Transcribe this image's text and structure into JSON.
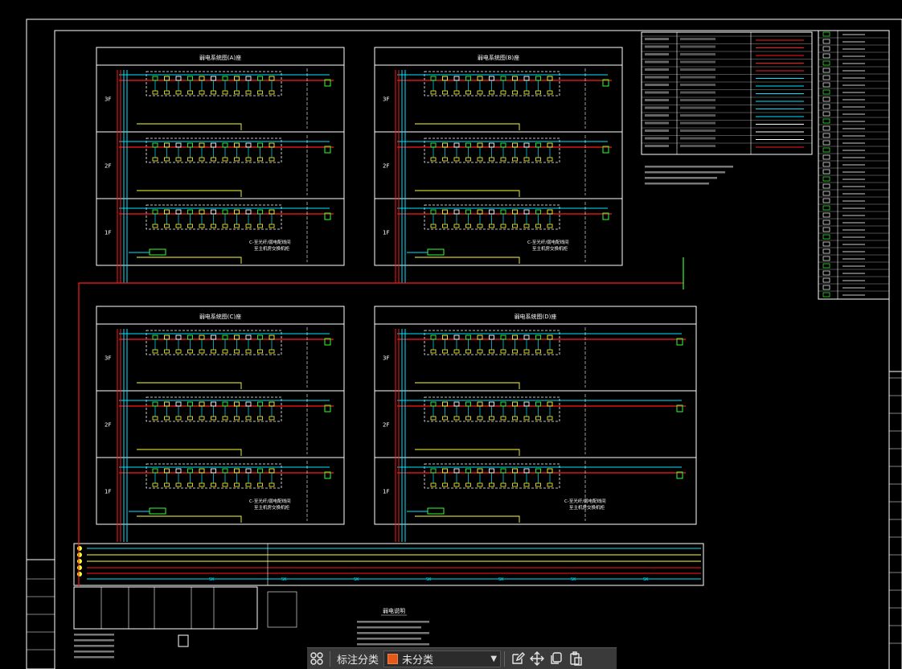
{
  "drawing": {
    "panels": [
      {
        "title": "弱电系统图(A)座",
        "floors": [
          "3F",
          "2F",
          "1F"
        ],
        "note_lines": [
          "C-至光纤/弱电配线间",
          "至主机房交换机柜"
        ]
      },
      {
        "title": "弱电系统图(B)座",
        "floors": [
          "3F",
          "2F",
          "1F"
        ],
        "note_lines": [
          "C-至光纤/弱电配线间",
          "至主机房交换机柜"
        ]
      },
      {
        "title": "弱电系统图(C)座",
        "floors": [
          "3F",
          "2F",
          "1F"
        ],
        "note_lines": [
          "C-至光纤/弱电配线间",
          "至主机房交换机柜"
        ]
      },
      {
        "title": "弱电系统图(D)座",
        "floors": [
          "3F",
          "2F",
          "1F"
        ],
        "note_lines": [
          "C-至光纤/弱电配线间",
          "至主机房交换机柜"
        ]
      }
    ],
    "notes_title": "弱电说明",
    "cable_labels": [
      "SK",
      "SK",
      "SK",
      "SK",
      "SK",
      "SK",
      "SK"
    ]
  },
  "colors": {
    "red": "#ff1a1a",
    "cyan": "#00e5ff",
    "yellow": "#ffff33",
    "green": "#33ff33",
    "white": "#ffffff"
  },
  "toolbar": {
    "category_label": "标注分类",
    "category_value": "未分类",
    "swatch_color": "#e65a17",
    "icons": [
      "grid-icon",
      "edit-icon",
      "move-icon",
      "copy-icon",
      "paste-icon"
    ]
  }
}
